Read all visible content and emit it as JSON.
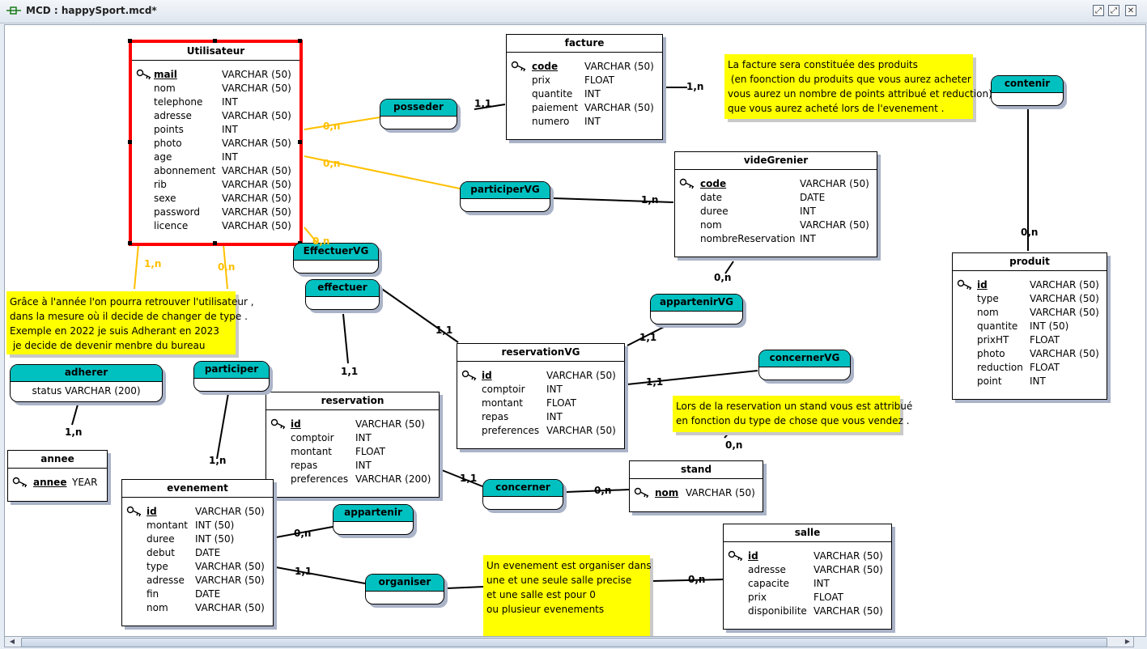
{
  "window": {
    "title": "MCD : happySport.mcd*",
    "btn_restore": "⤢",
    "btn_max": "⤢",
    "btn_close": "✕"
  },
  "entities": {
    "utilisateur": {
      "name": "Utilisateur",
      "attrs": [
        {
          "n": "mail",
          "t": "VARCHAR (50)"
        },
        {
          "n": "nom",
          "t": "VARCHAR (50)"
        },
        {
          "n": "telephone",
          "t": "INT"
        },
        {
          "n": "adresse",
          "t": "VARCHAR (50)"
        },
        {
          "n": "points",
          "t": "INT"
        },
        {
          "n": "photo",
          "t": "VARCHAR (50)"
        },
        {
          "n": "age",
          "t": "INT"
        },
        {
          "n": "abonnement",
          "t": "VARCHAR (50)"
        },
        {
          "n": "rib",
          "t": "VARCHAR (50)"
        },
        {
          "n": "sexe",
          "t": "VARCHAR (50)"
        },
        {
          "n": "password",
          "t": "VARCHAR (50)"
        },
        {
          "n": "licence",
          "t": "VARCHAR (50)"
        }
      ]
    },
    "facture": {
      "name": "facture",
      "attrs": [
        {
          "n": "code",
          "t": "VARCHAR (50)"
        },
        {
          "n": "prix",
          "t": "FLOAT"
        },
        {
          "n": "quantite",
          "t": "INT"
        },
        {
          "n": "paiement",
          "t": "VARCHAR (50)"
        },
        {
          "n": "numero",
          "t": "INT"
        }
      ]
    },
    "videGrenier": {
      "name": "videGrenier",
      "attrs": [
        {
          "n": "code",
          "t": "VARCHAR (50)"
        },
        {
          "n": "date",
          "t": "DATE"
        },
        {
          "n": "duree",
          "t": "INT"
        },
        {
          "n": "nom",
          "t": "VARCHAR (50)"
        },
        {
          "n": "nombreReservation",
          "t": "INT"
        }
      ]
    },
    "produit": {
      "name": "produit",
      "attrs": [
        {
          "n": "id",
          "t": "VARCHAR (50)"
        },
        {
          "n": "type",
          "t": "VARCHAR (50)"
        },
        {
          "n": "nom",
          "t": "VARCHAR (50)"
        },
        {
          "n": "quantite",
          "t": "INT (50)"
        },
        {
          "n": "prixHT",
          "t": "FLOAT"
        },
        {
          "n": "photo",
          "t": "VARCHAR (50)"
        },
        {
          "n": "reduction",
          "t": "FLOAT"
        },
        {
          "n": "point",
          "t": "INT"
        }
      ]
    },
    "reservationVG": {
      "name": "reservationVG",
      "attrs": [
        {
          "n": "id",
          "t": "VARCHAR (50)"
        },
        {
          "n": "comptoir",
          "t": "INT"
        },
        {
          "n": "montant",
          "t": "FLOAT"
        },
        {
          "n": "repas",
          "t": "INT"
        },
        {
          "n": "preferences",
          "t": "VARCHAR (50)"
        }
      ]
    },
    "reservation": {
      "name": "reservation",
      "attrs": [
        {
          "n": "id",
          "t": "VARCHAR (50)"
        },
        {
          "n": "comptoir",
          "t": "INT"
        },
        {
          "n": "montant",
          "t": "FLOAT"
        },
        {
          "n": "repas",
          "t": "INT"
        },
        {
          "n": "preferences",
          "t": "VARCHAR (200)"
        }
      ]
    },
    "annee": {
      "name": "annee",
      "attrs": [
        {
          "n": "annee",
          "t": "YEAR"
        }
      ]
    },
    "evenement": {
      "name": "evenement",
      "attrs": [
        {
          "n": "id",
          "t": "VARCHAR (50)"
        },
        {
          "n": "montant",
          "t": "INT (50)"
        },
        {
          "n": "duree",
          "t": "INT (50)"
        },
        {
          "n": "debut",
          "t": "DATE"
        },
        {
          "n": "type",
          "t": "VARCHAR (50)"
        },
        {
          "n": "adresse",
          "t": "VARCHAR (50)"
        },
        {
          "n": "fin",
          "t": "DATE"
        },
        {
          "n": "nom",
          "t": "VARCHAR (50)"
        }
      ]
    },
    "stand": {
      "name": "stand",
      "attrs": [
        {
          "n": "nom",
          "t": "VARCHAR (50)"
        }
      ]
    },
    "salle": {
      "name": "salle",
      "attrs": [
        {
          "n": "id",
          "t": "VARCHAR (50)"
        },
        {
          "n": "adresse",
          "t": "VARCHAR (50)"
        },
        {
          "n": "capacite",
          "t": "INT"
        },
        {
          "n": "prix",
          "t": "FLOAT"
        },
        {
          "n": "disponibilite",
          "t": "VARCHAR (50)"
        }
      ]
    }
  },
  "associations": {
    "posseder": "posseder",
    "participerVG": "participerVG",
    "contenir": "contenir",
    "effectuerVG": "EffectuerVG",
    "effectuer": "effectuer",
    "appartenirVG": "appartenirVG",
    "concernerVG": "concernerVG",
    "adherer": "adherer",
    "adherer_attr": "status  VARCHAR (200)",
    "participer": "participer",
    "concerner": "concerner",
    "appartenir": "appartenir",
    "organiser": "organiser"
  },
  "cardinalities": {
    "util_posseder": "0,n",
    "posseder_facture": "1,1",
    "facture_contenir": "1,n",
    "contenir_produit": "0,n",
    "util_participerVG": "0,n",
    "participerVG_vg": "1,n",
    "util_effectuerVG": "0,n",
    "vg_appartenirVG": "0,n",
    "appartenirVG_resVG": "1,1",
    "effectuer_resVG": "1,1",
    "effectuer_res": "1,1",
    "resVG_concernerVG": "1,1",
    "concernerVG_stand": "0,n",
    "util_adherer": "1,n",
    "util_participer": "0,n",
    "adherer_annee": "1,n",
    "participer_evenement": "1,n",
    "res_concerner": "1,1",
    "concerner_stand": "0,n",
    "evenement_appartenir": "0,n",
    "evenement_organiser": "1,1",
    "organiser_salle": "0,n"
  },
  "notes": {
    "facture_note": [
      "La facture sera constituée des produits",
      " (en foonction du produits que vous aurez acheter",
      "vous aurez un nombre de points attribué et reduction)",
      "que vous aurez acheté lors de l'evenement ."
    ],
    "annee_note": [
      "Grâce à l'année l'on pourra retrouver l'utilisateur ,",
      "dans la mesure où il decide de changer de type .",
      "Exemple en 2022 je suis Adherant en 2023",
      " je decide de devenir menbre du bureau"
    ],
    "stand_note": [
      "Lors de la reservation un stand vous est attribué",
      "en fonction du type de chose que vous vendez ."
    ],
    "salle_note": [
      "Un evenement est organiser dans",
      "une et une seule salle precise",
      "et une salle est pour 0",
      "ou plusieur evenements"
    ]
  },
  "colors": {
    "assoc_header": "#00c0c0",
    "note_bg": "#ffff00",
    "selection": "#ff0000",
    "link_selected": "#ffc000"
  },
  "icons": {
    "key": "key-icon",
    "app": "mcd-app-icon"
  }
}
